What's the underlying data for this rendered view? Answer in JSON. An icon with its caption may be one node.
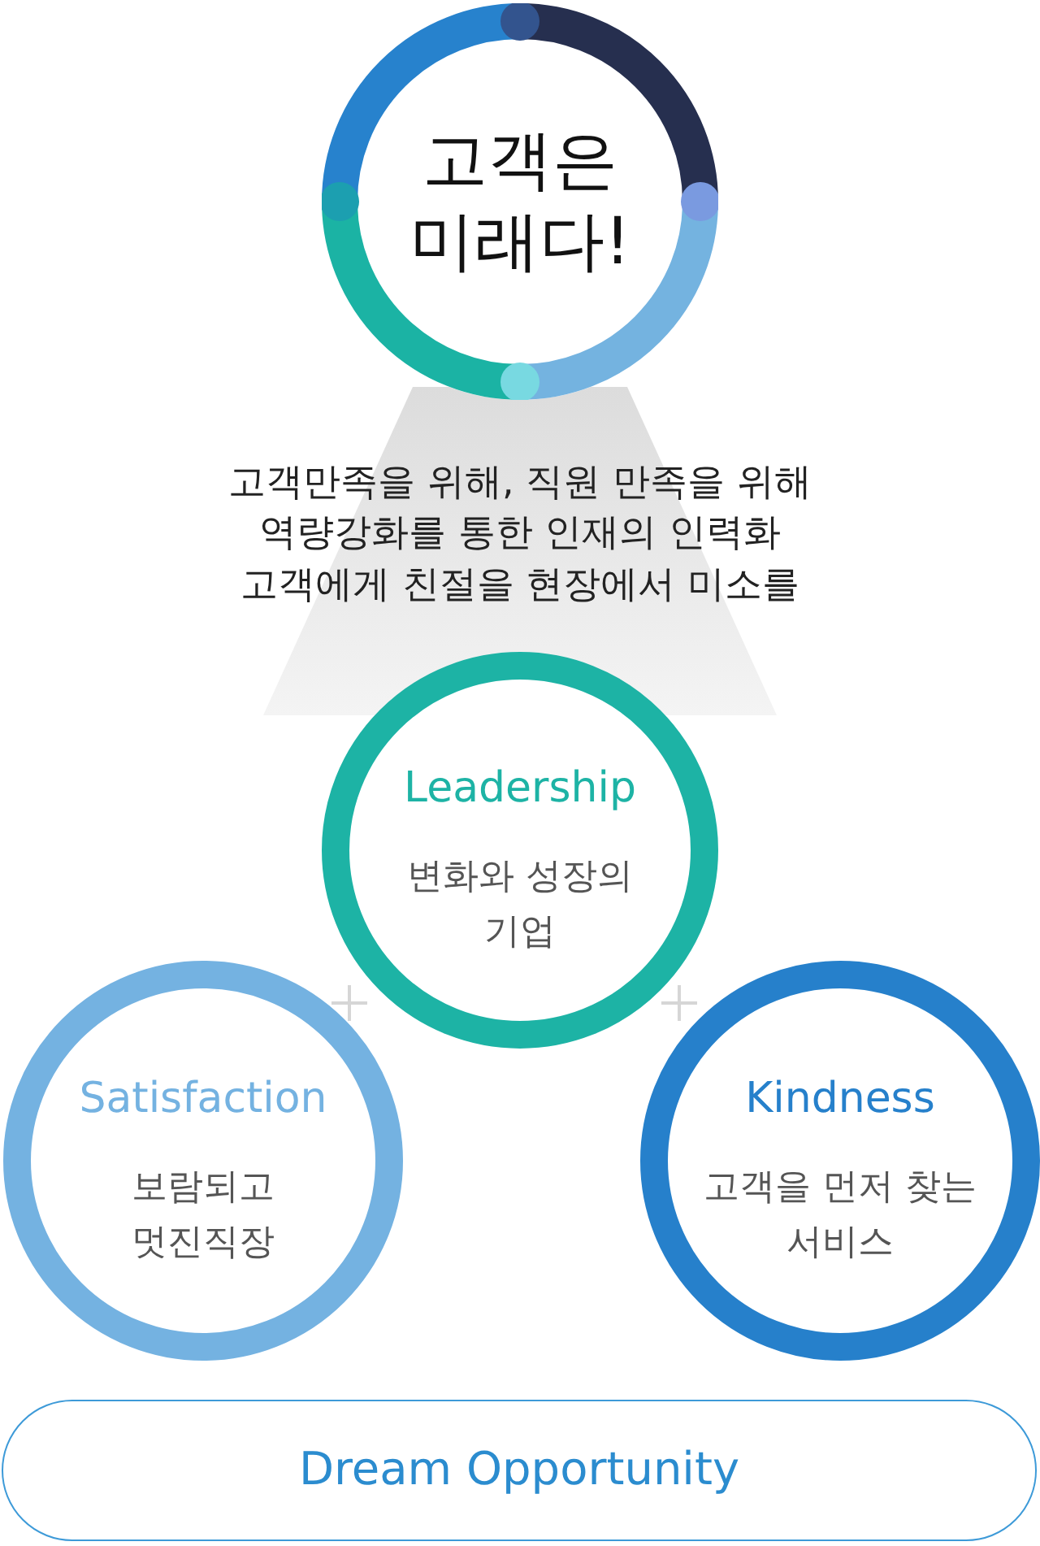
{
  "diagram": {
    "nodes": [
      {
        "text": [
          "고객은 미래다!"
        ]
      },
      {
        "text": [
          "Leadership",
          "변화와 성장의 기업"
        ]
      },
      {
        "text": [
          "Satisfaction",
          "보람되고 멋진직장"
        ]
      },
      {
        "text": [
          "Kindness",
          "고객을 먼저 찾는 서비스"
        ]
      },
      {
        "text": [
          "Dream Opportunity"
        ]
      }
    ],
    "labels": [
      "고객만족을 위해, 직원 만족을 위해",
      "역량강화를 통한 인재의 인력화",
      "고객에게 친절을 현장에서 미소를"
    ]
  }
}
